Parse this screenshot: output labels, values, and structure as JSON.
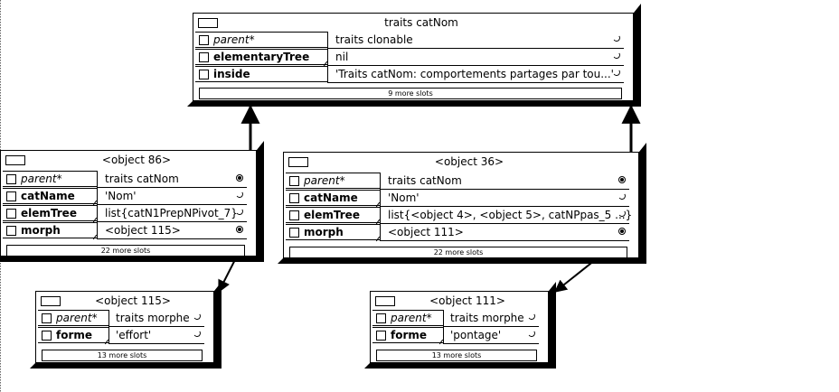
{
  "outliners": {
    "catnom": {
      "title": "traits catNom",
      "slots": [
        {
          "name": "parent*",
          "value": "traits clonable"
        },
        {
          "name": "elementaryTree",
          "value": "nil"
        },
        {
          "name": "inside",
          "value": "'Traits catNom: comportements partages par tou...'"
        }
      ],
      "more": "9 more slots"
    },
    "obj86": {
      "title": "<object 86>",
      "slots": [
        {
          "name": "parent*",
          "value": "traits catNom"
        },
        {
          "name": "catName",
          "value": "'Nom'"
        },
        {
          "name": "elemTree",
          "value": "list{catN1PrepNPivot_7}"
        },
        {
          "name": "morph",
          "value": "<object 115>"
        }
      ],
      "more": "22 more slots"
    },
    "obj36": {
      "title": "<object 36>",
      "slots": [
        {
          "name": "parent*",
          "value": "traits catNom"
        },
        {
          "name": "catName",
          "value": "'Nom'"
        },
        {
          "name": "elemTree",
          "value": "list{<object 4>, <object 5>, catNPpas_5 ...}"
        },
        {
          "name": "morph",
          "value": "<object 111>"
        }
      ],
      "more": "22 more slots"
    },
    "obj115": {
      "title": "<object 115>",
      "slots": [
        {
          "name": "parent*",
          "value": "traits morphe"
        },
        {
          "name": "forme",
          "value": "'effort'"
        }
      ],
      "more": "13 more slots"
    },
    "obj111": {
      "title": "<object 111>",
      "slots": [
        {
          "name": "parent*",
          "value": "traits morphe"
        },
        {
          "name": "forme",
          "value": "'pontage'"
        }
      ],
      "more": "13 more slots"
    }
  },
  "colors": {
    "ink": "#000000",
    "background": "#ffffff"
  }
}
